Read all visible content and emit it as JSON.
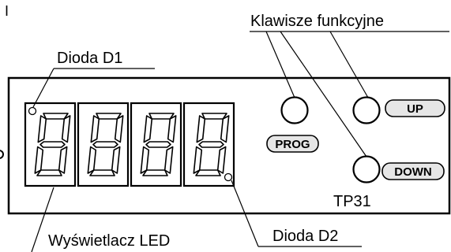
{
  "page_marker": "I",
  "labels": {
    "function_keys": "Klawisze funkcyjne",
    "diode_d1": "Dioda D1",
    "diode_d2": "Dioda D2",
    "led_display": "Wyświetlacz LED",
    "model": "TP31"
  },
  "buttons": {
    "prog": "PROG",
    "up": "UP",
    "down": "DOWN"
  },
  "display": {
    "digit_count": 4
  }
}
